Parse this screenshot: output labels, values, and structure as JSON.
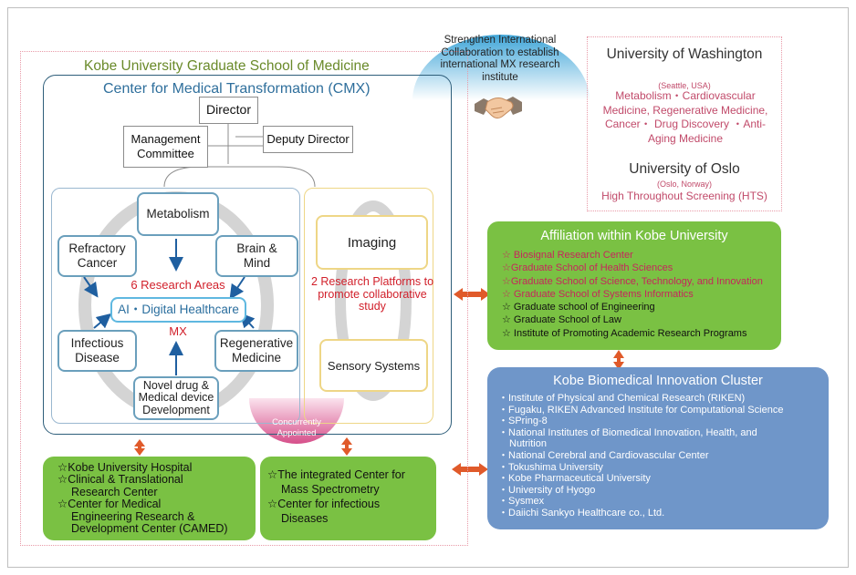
{
  "kobe": {
    "title": "Kobe University Graduate School of Medicine",
    "cmx_title": "Center for Medical Transformation (CMX)"
  },
  "org": {
    "director": "Director",
    "management": "Management Committee",
    "deputy": "Deputy Director"
  },
  "areas": {
    "metabolism": "Metabolism",
    "refractory": "Refractory Cancer",
    "brain": "Brain & Mind",
    "six_areas": "6 Research Areas",
    "ai": "AI・Digital Healthcare",
    "mx": "MX",
    "infectious": "Infectious Disease",
    "regenerative": "Regenerative Medicine",
    "novel": "Novel drug & Medical device Development"
  },
  "platforms": {
    "imaging": "Imaging",
    "two_platforms": "2 Research Platforms to promote collaborative study",
    "sensory": "Sensory Systems"
  },
  "concurrent": "Concurrently Appointed",
  "bottom_left": [
    "☆Kobe University Hospital",
    "☆Clinical & Translational",
    "Research Center",
    "☆Center for Medical",
    "Engineering Research &",
    "Development Center (CAMED)"
  ],
  "bottom_mid": [
    "☆The integrated Center for",
    "Mass Spectrometry",
    "☆Center for infectious",
    "Diseases"
  ],
  "strengthen": "Strengthen International Collaboration to establish international MX research institute",
  "uw": {
    "name": "University of Washington",
    "location": "(Seattle, USA)",
    "desc": "Metabolism・Cardiovascular Medicine, Regenerative Medicine, Cancer・ Drug Discovery ・Anti-Aging Medicine"
  },
  "oslo": {
    "name": "University of Oslo",
    "location": "(Oslo, Norway)",
    "desc": "High Throughout Screening (HTS)"
  },
  "affiliation": {
    "title": "Affiliation within Kobe University",
    "pink_items": [
      "☆ Biosignal Research Center",
      "☆Graduate School of Health Sciences",
      "☆Graduate School of Science, Technology, and  Innovation",
      "☆ Graduate School of Systems Informatics"
    ],
    "black_items": [
      "☆ Graduate school of Engineering",
      "☆ Graduate School of Law",
      "☆ Institute of Promoting Academic Research Programs"
    ]
  },
  "cluster": {
    "title": "Kobe Biomedical Innovation Cluster",
    "items": [
      "・Institute of Physical and Chemical Research (RIKEN)",
      "・Fugaku, RIKEN Advanced Institute for Computational Science",
      "・SPring-8",
      "・National Institutes of Biomedical Innovation, Health, and",
      "Nutrition",
      "・National Cerebral and Cardiovascular Center",
      "・Tokushima University",
      "・Kobe Pharmaceutical University",
      "・University of Hyogo",
      "・Sysmex",
      "・Daiichi Sankyo Healthcare co., Ltd."
    ]
  },
  "colors": {
    "green": "#7ac143",
    "blue_cluster": "#6f96c9",
    "arrow_orange": "#e05a2a",
    "arrow_blue": "#1f5fa0",
    "red_text": "#d11f2a",
    "pink_text": "#c6265c"
  },
  "icons": {
    "handshake": "handshake-icon"
  }
}
